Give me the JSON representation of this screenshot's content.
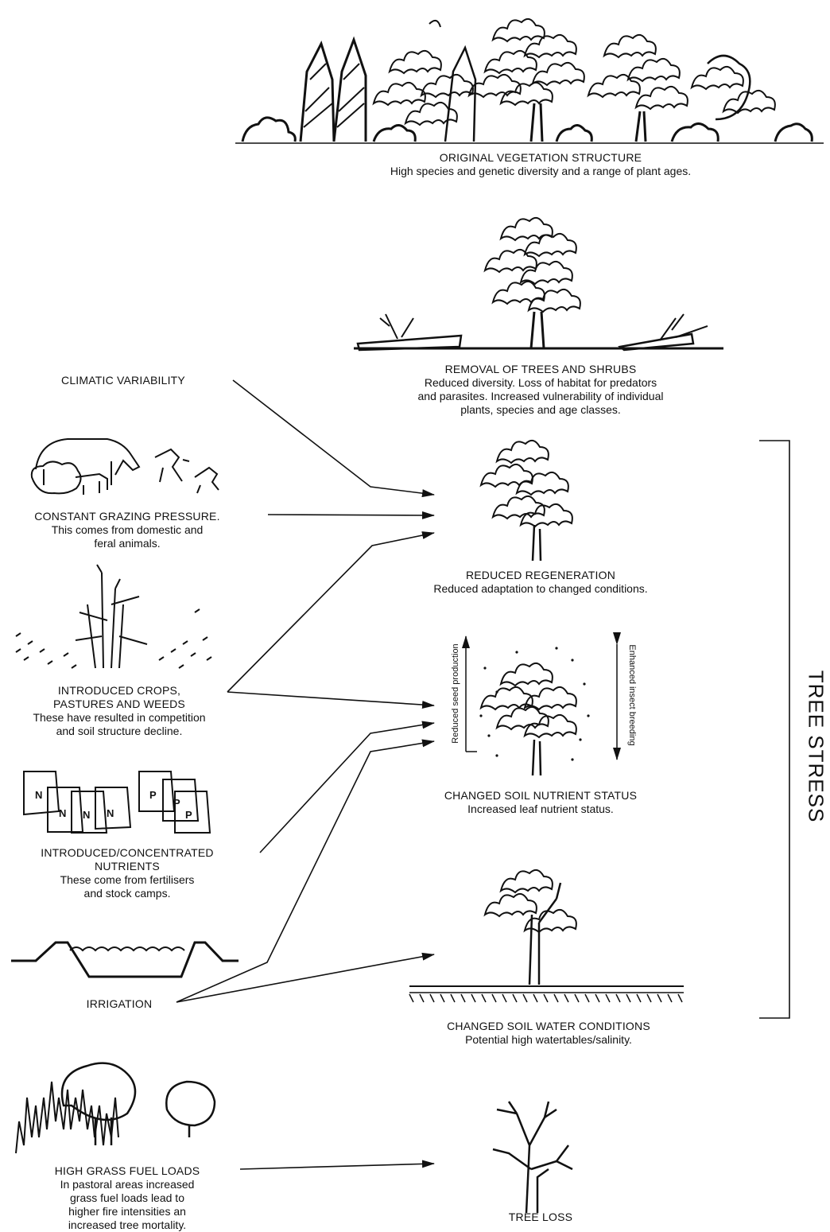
{
  "right_column": {
    "original": {
      "title": "ORIGINAL VEGETATION STRUCTURE",
      "desc": "High species and genetic diversity and a range of plant ages."
    },
    "removal": {
      "title": "REMOVAL OF TREES AND SHRUBS",
      "desc": [
        "Reduced diversity. Loss of habitat for predators",
        "and parasites. Increased vulnerability of individual",
        "plants, species and age classes."
      ]
    },
    "regeneration": {
      "title": "REDUCED REGENERATION",
      "desc": "Reduced adaptation to changed conditions."
    },
    "nutrient": {
      "title": "CHANGED SOIL NUTRIENT STATUS",
      "desc": "Increased leaf nutrient status.",
      "left_arrow_label": "Reduced seed production",
      "right_arrow_label": "Enhanced insect breeding"
    },
    "water": {
      "title": "CHANGED SOIL WATER CONDITIONS",
      "desc": "Potential high watertables/salinity."
    },
    "loss": {
      "title": "TREE LOSS"
    }
  },
  "left_column": {
    "climate": {
      "title": "CLIMATIC VARIABILITY"
    },
    "grazing": {
      "title": "CONSTANT GRAZING PRESSURE.",
      "desc": [
        "This comes from domestic and",
        "feral animals."
      ]
    },
    "crops": {
      "title": [
        "INTRODUCED CROPS,",
        "PASTURES AND WEEDS"
      ],
      "desc": [
        "These have resulted in competition",
        "and soil structure decline."
      ]
    },
    "nutrients": {
      "title": [
        "INTRODUCED/CONCENTRATED",
        "NUTRIENTS"
      ],
      "desc": [
        "These come from fertilisers",
        "and stock camps."
      ],
      "bag_letters": [
        "N",
        "N",
        "N",
        "N",
        "P",
        "P",
        "P"
      ]
    },
    "irrigation": {
      "title": "IRRIGATION"
    },
    "fuel": {
      "title": "HIGH GRASS FUEL LOADS",
      "desc": [
        "In pastoral areas increased",
        "grass fuel loads lead to",
        "higher fire intensities an",
        "increased tree mortality."
      ]
    }
  },
  "bracket_label": "TREE STRESS"
}
